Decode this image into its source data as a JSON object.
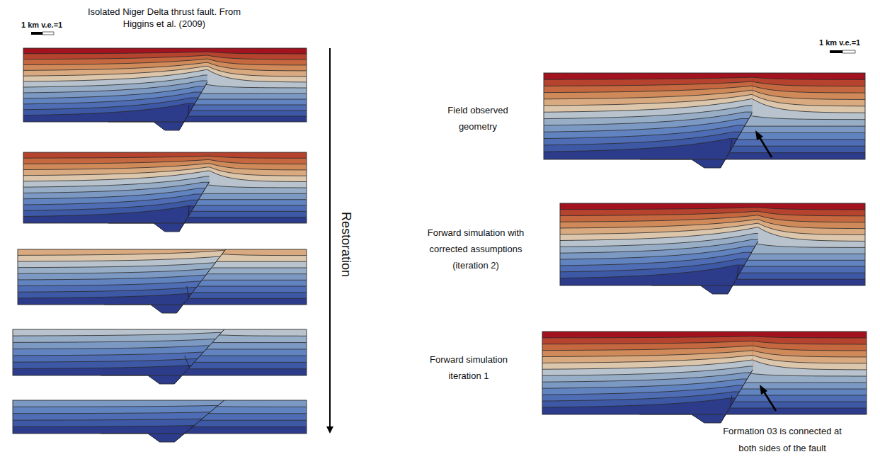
{
  "diagram": {
    "title": "Isolated Niger Delta thrust fault. From Higgins et al. (2009)",
    "labels": [
      "1 km v.e.=1",
      "Restoration",
      "1 km v.e.=1",
      "Field observed geometry",
      "Forward simulation with corrected assumptions (iteration 2)",
      "Forward simulation iteration 1",
      "Formation 03 is connected at both sides of the fault"
    ]
  }
}
